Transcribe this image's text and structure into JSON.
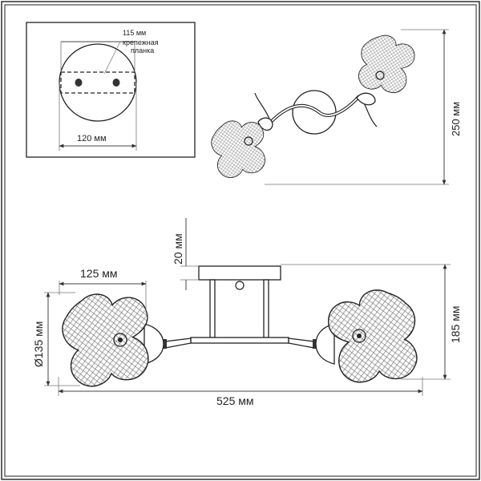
{
  "drawing": {
    "frame": "double-border",
    "canopy_inset": {
      "mount_length_label": "115 мм",
      "bracket_label_line1": "крепежная",
      "bracket_label_line2": "планка",
      "canopy_diameter_label": "120 мм"
    },
    "top_view": {
      "depth_label": "250 мм"
    },
    "front_view": {
      "canopy_height_label": "20 мм",
      "shade_width_label": "125 мм",
      "shade_diameter_label": "Ø135 мм",
      "height_label": "185 мм",
      "total_width_label": "525 мм"
    }
  },
  "colors": {
    "line": "#222222",
    "mesh_fill": "#8a8a8a",
    "background": "#ffffff"
  }
}
